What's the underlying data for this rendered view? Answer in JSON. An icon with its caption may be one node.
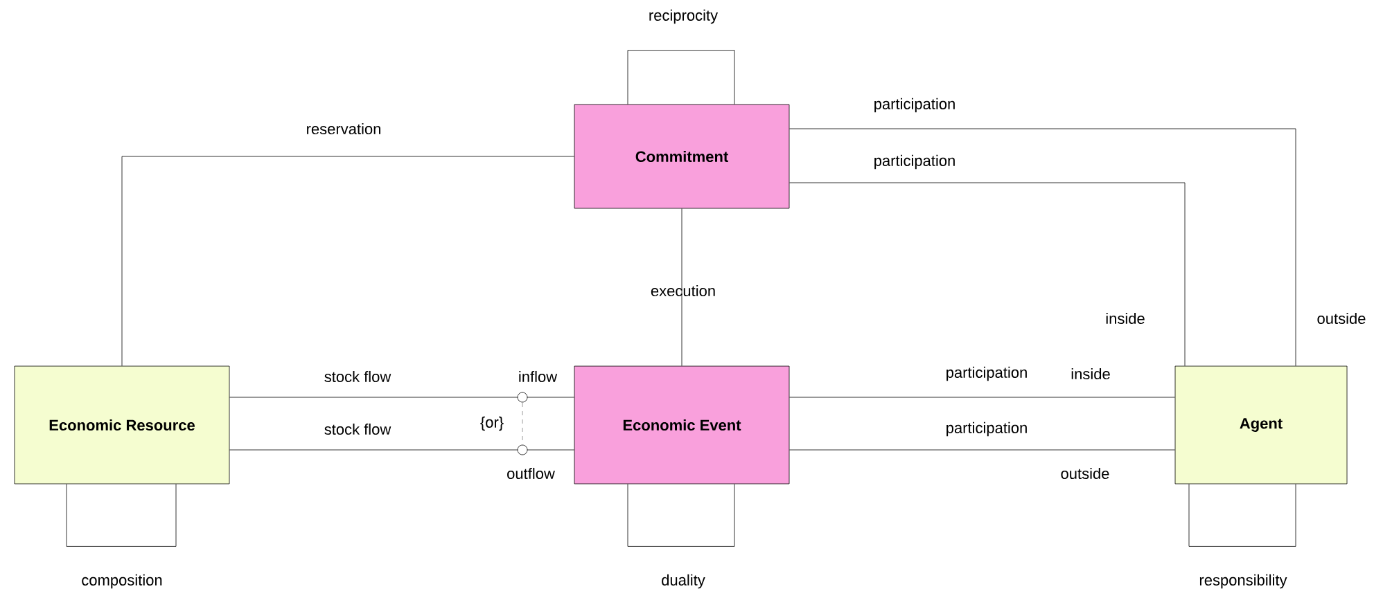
{
  "diagram": {
    "nodes": [
      {
        "text": [
          "Commitment"
        ]
      },
      {
        "text": [
          "Economic Resource"
        ]
      },
      {
        "text": [
          "Economic Event"
        ]
      },
      {
        "text": [
          "Agent"
        ]
      }
    ],
    "edges": [
      {
        "from": 0,
        "to": 0,
        "arrow": "none",
        "label": "reciprocity"
      },
      {
        "from": 1,
        "to": 0,
        "arrow": "none",
        "label": "reservation"
      },
      {
        "from": 0,
        "to": 3,
        "arrow": "none",
        "label": "participation"
      },
      {
        "from": 0,
        "to": 3,
        "arrow": "none",
        "label": "participation"
      },
      {
        "from": 0,
        "to": 2,
        "arrow": "none",
        "label": "execution"
      },
      {
        "from": 1,
        "to": 2,
        "arrow": "none",
        "label": "stock flow"
      },
      {
        "from": 1,
        "to": 2,
        "arrow": "none",
        "label": "stock flow"
      },
      {
        "from": 2,
        "to": 3,
        "arrow": "none",
        "label": "participation"
      },
      {
        "from": 2,
        "to": 3,
        "arrow": "none",
        "label": "participation"
      },
      {
        "from": 1,
        "to": 1,
        "arrow": "none",
        "label": "composition"
      },
      {
        "from": 2,
        "to": 2,
        "arrow": "none",
        "label": "duality"
      },
      {
        "from": 3,
        "to": 3,
        "arrow": "none",
        "label": "responsibility"
      }
    ],
    "labels": [
      "inside",
      "outside",
      "inflow",
      "inside",
      "{or}",
      "outflow",
      "outside"
    ]
  }
}
